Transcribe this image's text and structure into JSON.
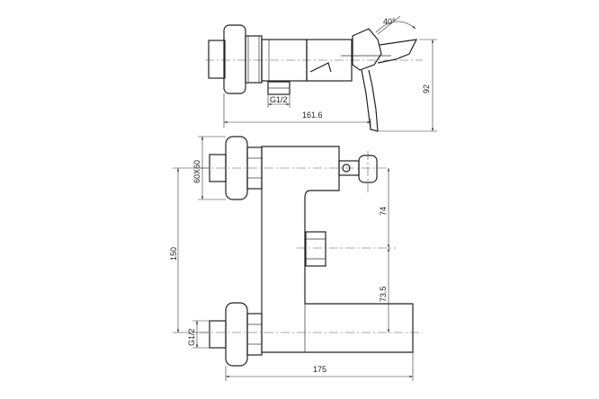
{
  "top_view": {
    "angle_label": "40°",
    "thread_label": "G1/2",
    "width_label": "161.6",
    "height_label": "92"
  },
  "front_view": {
    "flange_label": "60X60",
    "spacing_label": "150",
    "upper_offset_label": "74",
    "lower_offset_label": "73.5",
    "thread_label": "G1/2",
    "width_label": "175"
  }
}
